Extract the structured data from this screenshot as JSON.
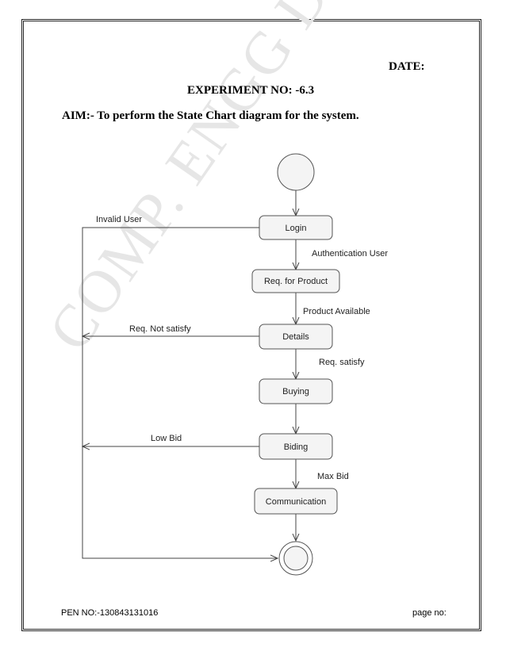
{
  "header": {
    "date_label": "DATE:",
    "experiment": "EXPERIMENT NO: -6.3",
    "aim": "AIM:- To perform the State Chart diagram for the system."
  },
  "watermark": "COMP. ENGG DEPT",
  "diagram": {
    "states": {
      "login": "Login",
      "req_product": "Req. for  Product",
      "details": "Details",
      "buying": "Buying",
      "biding": "Biding",
      "communication": "Communication"
    },
    "transitions": {
      "invalid_user": "Invalid User",
      "authentication_user": "Authentication User",
      "product_available": "Product Available",
      "req_not_satisfy": "Req. Not  satisfy",
      "req_satisfy": "Req. satisfy",
      "low_bid": "Low Bid",
      "max_bid": "Max Bid"
    }
  },
  "footer": {
    "pen_no": "PEN NO:-130843131016",
    "page_no": "page no:"
  }
}
